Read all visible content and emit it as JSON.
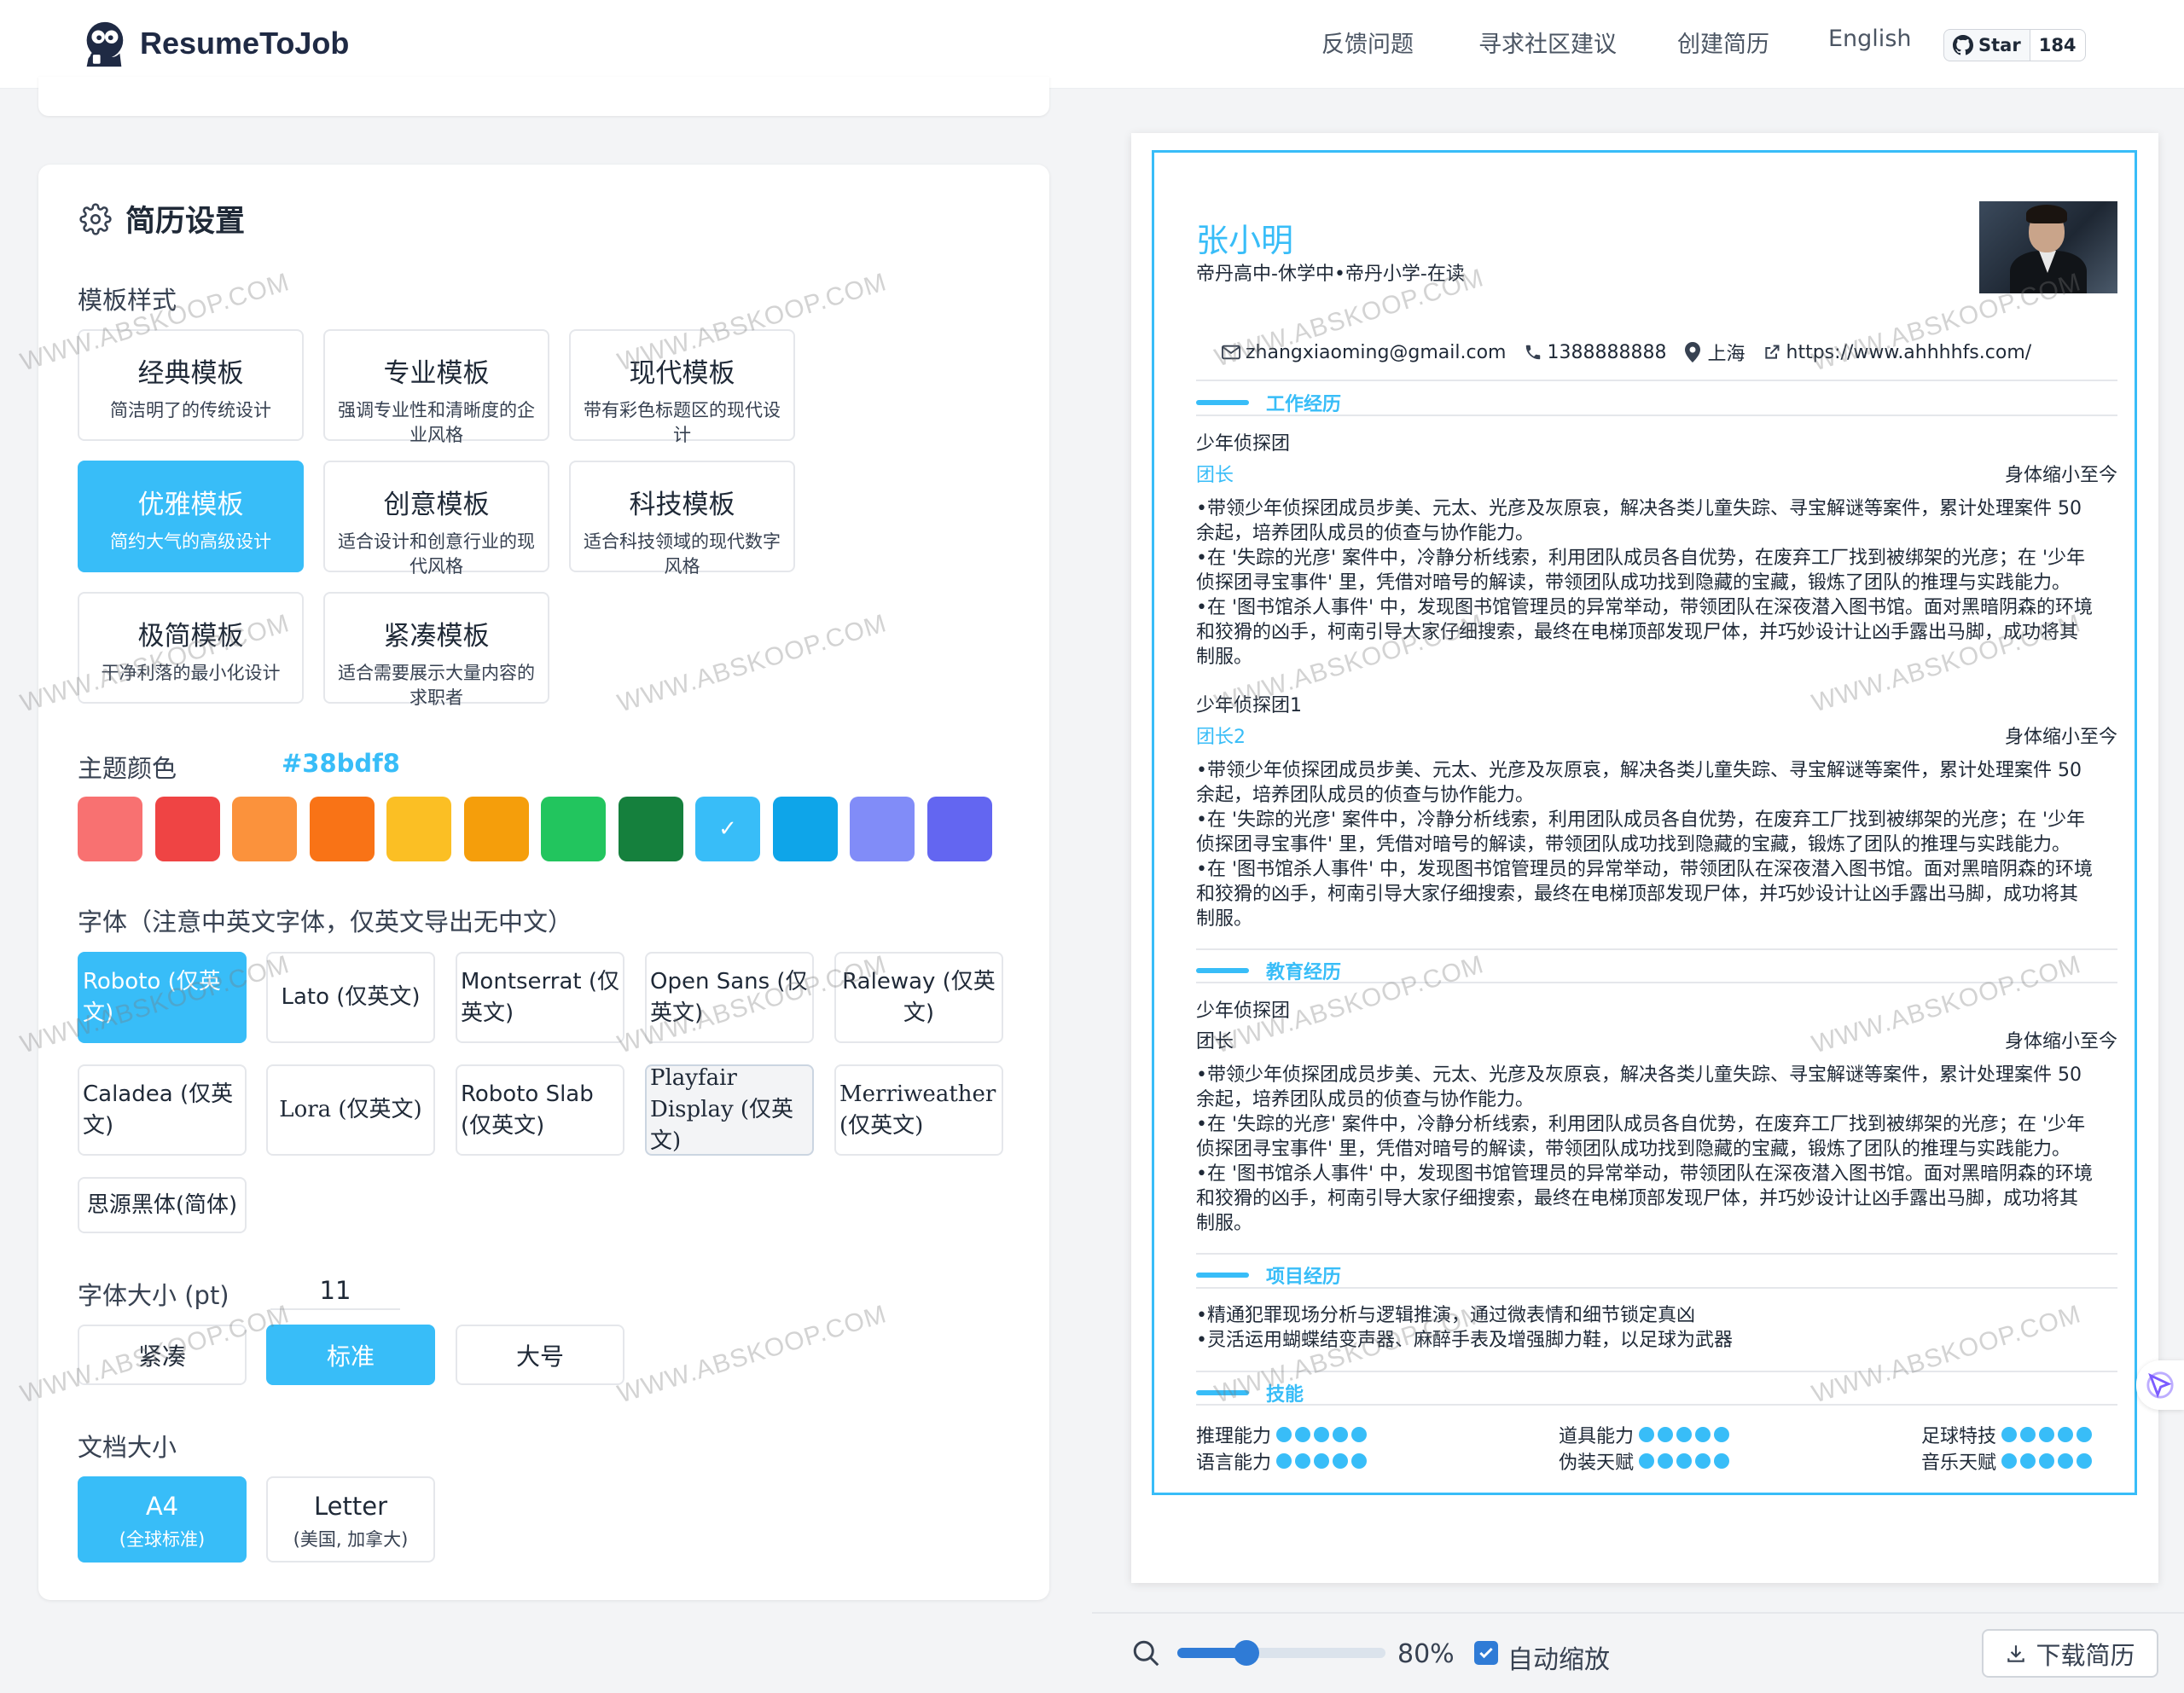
{
  "header": {
    "brand": "ResumeToJob",
    "nav": [
      "反馈问题",
      "寻求社区建议",
      "创建简历",
      "English"
    ],
    "github": {
      "star_label": "Star",
      "count": "184",
      "icon": "github-icon"
    }
  },
  "settings": {
    "title": "简历设置",
    "icon": "gear-icon",
    "template_label": "模板样式",
    "templates": [
      {
        "title": "经典模板",
        "desc": "简洁明了的传统设计"
      },
      {
        "title": "专业模板",
        "desc": "强调专业性和清晰度的企业风格"
      },
      {
        "title": "现代模板",
        "desc": "带有彩色标题区的现代设计"
      },
      {
        "title": "优雅模板",
        "desc": "简约大气的高级设计"
      },
      {
        "title": "创意模板",
        "desc": "适合设计和创意行业的现代风格"
      },
      {
        "title": "科技模板",
        "desc": "适合科技领域的现代数字风格"
      },
      {
        "title": "极简模板",
        "desc": "干净利落的最小化设计"
      },
      {
        "title": "紧凑模板",
        "desc": "适合需要展示大量内容的求职者"
      }
    ],
    "selected_template": "优雅模板",
    "color_label": "主题颜色",
    "color_value": "#38bdf8",
    "colors": [
      "#f87171",
      "#ef4444",
      "#fb923c",
      "#f97316",
      "#fbbf24",
      "#f59e0b",
      "#22c55e",
      "#15803d",
      "#38bdf8",
      "#0ea5e9",
      "#818cf8",
      "#6366f1"
    ],
    "check_mark": "✓",
    "font_label": "字体（注意中英文字体，仅英文导出无中文）",
    "fonts": [
      "Roboto (仅英文)",
      "Lato (仅英文)",
      "Montserrat (仅英文)",
      "Open Sans (仅英文)",
      "Raleway (仅英文)",
      "Caladea (仅英文)",
      "Lora (仅英文)",
      "Roboto Slab (仅英文)",
      "Playfair Display (仅英文)",
      "Merriweather (仅英文)",
      "思源黑体(简体)"
    ],
    "selected_font": "Roboto (仅英文)",
    "size_label": "字体大小 (pt)",
    "size_value": "11",
    "size_options": [
      "紧凑",
      "标准",
      "大号"
    ],
    "selected_size": "标准",
    "doc_label": "文档大小",
    "doc_options": [
      {
        "title": "A4",
        "desc": "(全球标准)"
      },
      {
        "title": "Letter",
        "desc": "(美国, 加拿大)"
      }
    ],
    "selected_doc": "A4"
  },
  "resume": {
    "name": "张小明",
    "subtitle": "帝丹高中-休学中•帝丹小学-在读",
    "contacts": {
      "email": "zhangxiaoming@gmail.com",
      "phone": "1388888888",
      "location": "上海",
      "website": "https://www.ahhhhfs.com/"
    },
    "sections": {
      "work": "工作经历",
      "education": "教育经历",
      "projects": "项目经历",
      "skills": "技能"
    },
    "work": [
      {
        "org": "少年侦探团",
        "role": "团长",
        "date": "身体缩小至今",
        "lines": [
          "•带领少年侦探团成员步美、元太、光彦及灰原哀，解决各类儿童失踪、寻宝解谜等案件，累计处理案件 50",
          "余起，培养团队成员的侦查与协作能力。",
          "•在 '失踪的光彦' 案件中，冷静分析线索，利用团队成员各自优势，在废弃工厂找到被绑架的光彦；在 '少年",
          "侦探团寻宝事件' 里，凭借对暗号的解读，带领团队成功找到隐藏的宝藏，锻炼了团队的推理与实践能力。",
          "•在 '图书馆杀人事件' 中，发现图书馆管理员的异常举动，带领团队在深夜潜入图书馆。面对黑暗阴森的环境",
          "和狡猾的凶手，柯南引导大家仔细搜索，最终在电梯顶部发现尸体，并巧妙设计让凶手露出马脚，成功将其",
          "制服。"
        ]
      },
      {
        "org": "少年侦探团1",
        "role": "团长2",
        "date": "身体缩小至今",
        "lines": [
          "•带领少年侦探团成员步美、元太、光彦及灰原哀，解决各类儿童失踪、寻宝解谜等案件，累计处理案件 50",
          "余起，培养团队成员的侦查与协作能力。",
          "•在 '失踪的光彦' 案件中，冷静分析线索，利用团队成员各自优势，在废弃工厂找到被绑架的光彦；在 '少年",
          "侦探团寻宝事件' 里，凭借对暗号的解读，带领团队成功找到隐藏的宝藏，锻炼了团队的推理与实践能力。",
          "•在 '图书馆杀人事件' 中，发现图书馆管理员的异常举动，带领团队在深夜潜入图书馆。面对黑暗阴森的环境",
          "和狡猾的凶手，柯南引导大家仔细搜索，最终在电梯顶部发现尸体，并巧妙设计让凶手露出马脚，成功将其",
          "制服。"
        ]
      }
    ],
    "education": {
      "org": "少年侦探团",
      "role": "团长",
      "date": "身体缩小至今",
      "lines": [
        "•带领少年侦探团成员步美、元太、光彦及灰原哀，解决各类儿童失踪、寻宝解谜等案件，累计处理案件 50",
        "余起，培养团队成员的侦查与协作能力。",
        "•在 '失踪的光彦' 案件中，冷静分析线索，利用团队成员各自优势，在废弃工厂找到被绑架的光彦；在 '少年",
        "侦探团寻宝事件' 里，凭借对暗号的解读，带领团队成功找到隐藏的宝藏，锻炼了团队的推理与实践能力。",
        "•在 '图书馆杀人事件' 中，发现图书馆管理员的异常举动，带领团队在深夜潜入图书馆。面对黑暗阴森的环境",
        "和狡猾的凶手，柯南引导大家仔细搜索，最终在电梯顶部发现尸体，并巧妙设计让凶手露出马脚，成功将其",
        "制服。"
      ]
    },
    "projects": [
      "•精通犯罪现场分析与逻辑推演，通过微表情和细节锁定真凶",
      "•灵活运用蝴蝶结变声器、麻醉手表及增强脚力鞋，以足球为武器"
    ],
    "skills": [
      {
        "name": "推理能力",
        "level": 5
      },
      {
        "name": "道具能力",
        "level": 5
      },
      {
        "name": "足球特技",
        "level": 5
      },
      {
        "name": "语言能力",
        "level": 5
      },
      {
        "name": "伪装天赋",
        "level": 5
      },
      {
        "name": "音乐天赋",
        "level": 5
      }
    ]
  },
  "toolbar": {
    "zoom_value": "80%",
    "zoom_level": 0.33,
    "auto_zoom_label": "自动缩放",
    "auto_zoom_checked": true,
    "download_label": "下载简历"
  },
  "watermark": "WWW.ABSKOOP.COM"
}
